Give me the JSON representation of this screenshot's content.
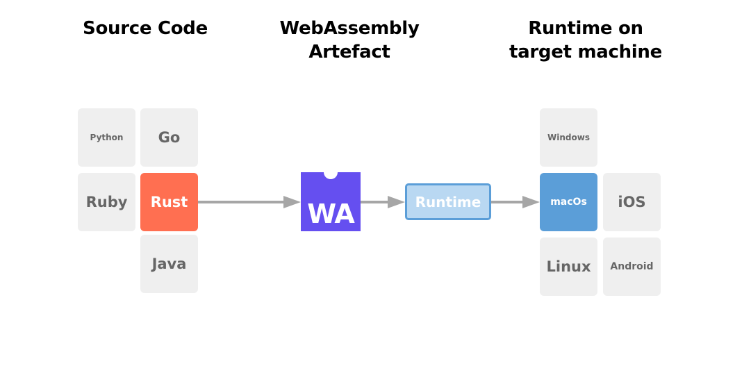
{
  "headings": {
    "source_code": "Source Code",
    "wasm_artefact": [
      "WebAssembly",
      "Artefact"
    ],
    "runtime_target": [
      "Runtime on",
      "target machine"
    ]
  },
  "languages": {
    "python": "Python",
    "go": "Go",
    "ruby": "Ruby",
    "rust": "Rust",
    "java": "Java"
  },
  "wasm_logo": {
    "text": "WA",
    "color": "#654ff0"
  },
  "runtime": {
    "label": "Runtime"
  },
  "platforms": {
    "windows": "Windows",
    "macos": "macOs",
    "ios": "iOS",
    "linux": "Linux",
    "android": "Android"
  },
  "colors": {
    "tile_bg": "#efefef",
    "tile_text": "#666666",
    "rust_highlight": "#ff6f51",
    "macos_highlight": "#5b9ed8",
    "runtime_fill": "#b9d8f2",
    "runtime_border": "#5b9ed8",
    "arrow": "#a6a6a6"
  }
}
